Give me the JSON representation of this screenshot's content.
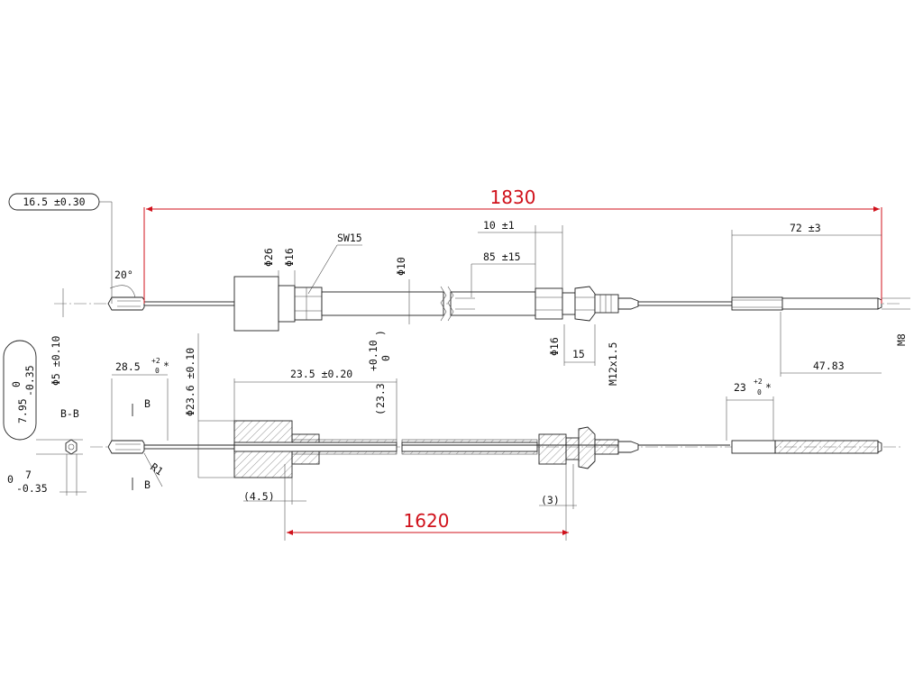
{
  "drawing": {
    "dim_overall": "1830",
    "dim_cable": "1620",
    "dim_left_end": "16.5 ±0.30",
    "dim_angle": "20°",
    "dim_dia26": "Φ26",
    "dim_dia16_top": "Φ16",
    "dim_sw": "SW15",
    "dim_dia10": "Φ10",
    "dim_10": "10 ±1",
    "dim_85": "85 ±15",
    "dim_72": "72 ±3",
    "dim_dia16_right": "Φ16",
    "dim_15": "15",
    "dim_thread": "M12x1.5",
    "dim_4783": "47.83",
    "dim_m8": "M8",
    "dim_dia5": "Φ5 ±0.10",
    "dim_795_main": "7.95",
    "dim_795_tol_up": "0",
    "dim_795_tol_low": "-0.35",
    "dim_285_main": "28.5",
    "dim_285_tol_up": "+2",
    "dim_285_tol_low": "0",
    "dim_star": "*",
    "dim_236": "Φ23.6 ±0.10",
    "dim_235": "23.5 ±0.20",
    "dim_233_open": "(",
    "dim_233_main": "23.3",
    "dim_233_tol_up": "+0.10",
    "dim_233_tol_low": "0",
    "dim_233_close": ")",
    "dim_23_main": "23",
    "dim_23_tol_up": "+2",
    "dim_23_tol_low": "0",
    "dim_7_main": "7",
    "dim_7_tol_up": "0",
    "dim_7_tol_low": "-0.35",
    "section_label": "B-B",
    "section_mark_top": "B",
    "section_mark_bottom": "B",
    "dim_r1": "R1",
    "dim_45": "(4.5)",
    "dim_3": "(3)",
    "colors": {
      "accent": "#d0111b",
      "ink": "#222222"
    }
  }
}
